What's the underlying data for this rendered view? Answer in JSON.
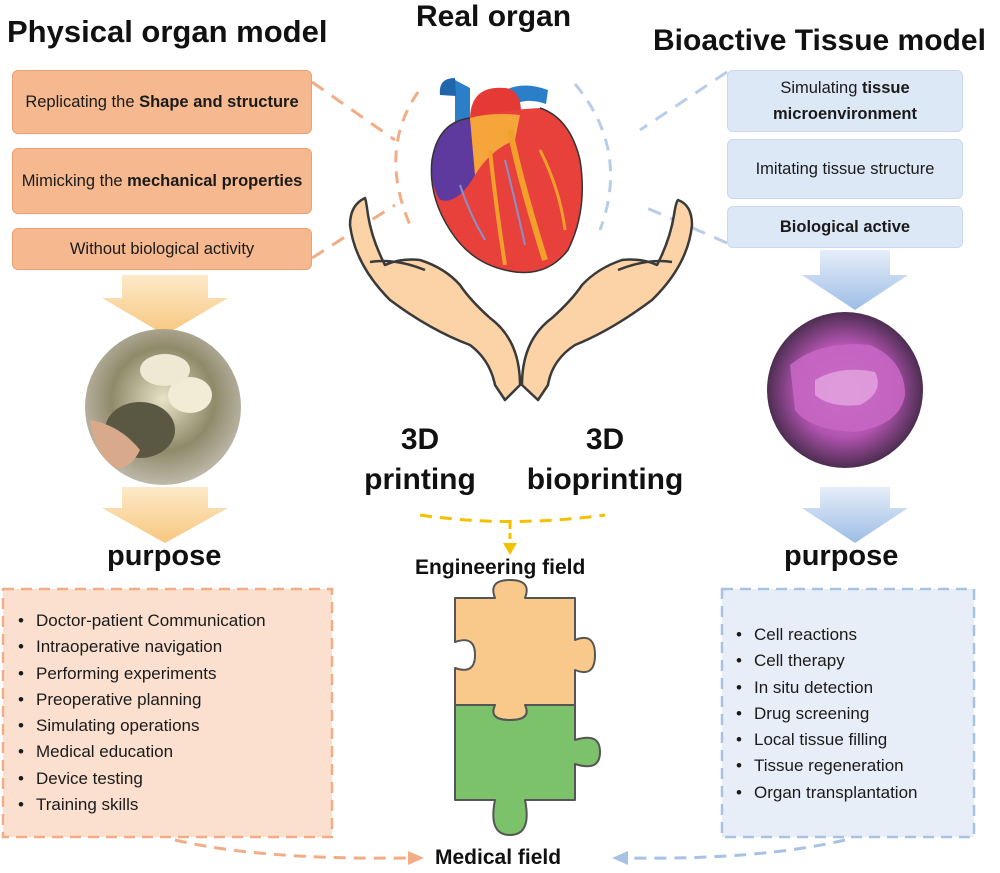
{
  "left": {
    "title": "Physical organ model",
    "boxes": [
      {
        "pre": "Replicating the ",
        "bold": "Shape and structure",
        "post": ""
      },
      {
        "pre": "Mimicking the ",
        "bold": "mechanical properties",
        "post": ""
      },
      {
        "pre": "Without biological activity",
        "bold": "",
        "post": ""
      }
    ],
    "purpose_title": "purpose",
    "purposes": [
      "Doctor-patient Communication",
      "Intraoperative navigation",
      "Performing experiments",
      "Preoperative planning",
      "Simulating operations",
      "Medical education",
      "Device testing",
      "Training skills"
    ]
  },
  "center": {
    "title": "Real organ",
    "label_left_1": "3D",
    "label_left_2": "printing",
    "label_right_1": "3D",
    "label_right_2": "bioprinting",
    "engineering": "Engineering field",
    "medical": "Medical field"
  },
  "right": {
    "title": "Bioactive Tissue model",
    "boxes": [
      {
        "pre": "Simulating ",
        "bold": "tissue microenvironment",
        "post": ""
      },
      {
        "pre": "Imitating tissue structure",
        "bold": "",
        "post": ""
      },
      {
        "pre": "",
        "bold": "Biological active",
        "post": ""
      }
    ],
    "purpose_title": "purpose",
    "purposes": [
      "Cell reactions",
      "Cell therapy",
      "In situ detection",
      "Drug screening",
      "Local tissue filling",
      "Tissue regeneration",
      "Organ transplantation"
    ]
  },
  "colors": {
    "orange_box": "#f6b98f",
    "orange_panel": "#fbe0cf",
    "blue_box": "#dde8f7",
    "blue_panel": "#e8eef8",
    "puzzle_top": "#f9c98b",
    "puzzle_bottom": "#7cc26a",
    "yellow_dash": "#f2c200"
  }
}
